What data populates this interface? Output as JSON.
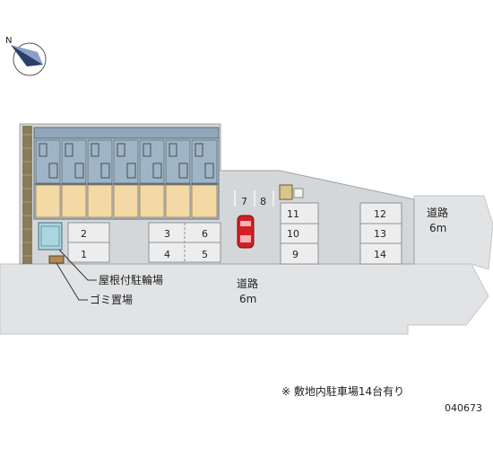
{
  "compass": {
    "label": "N"
  },
  "roads": {
    "right": {
      "name": "道路",
      "width": "6m"
    },
    "bottom": {
      "name": "道路",
      "width": "6m"
    }
  },
  "legend": {
    "bicycle": "屋根付駐輪場",
    "garbage": "ゴミ置場"
  },
  "parking": {
    "slots": [
      "1",
      "2",
      "3",
      "4",
      "5",
      "6",
      "7",
      "8",
      "9",
      "10",
      "11",
      "12",
      "13",
      "14"
    ]
  },
  "note": "※ 敷地内駐車場14台有り",
  "code": "040673",
  "colors": {
    "site": "#d4d7da",
    "road": "#e1e3e5",
    "building": "#b8c9d6",
    "unit": "#f2d9a6",
    "car": "#d41f28",
    "hedge": "#8a7b5a",
    "bicycle": "#a9d6e0"
  }
}
